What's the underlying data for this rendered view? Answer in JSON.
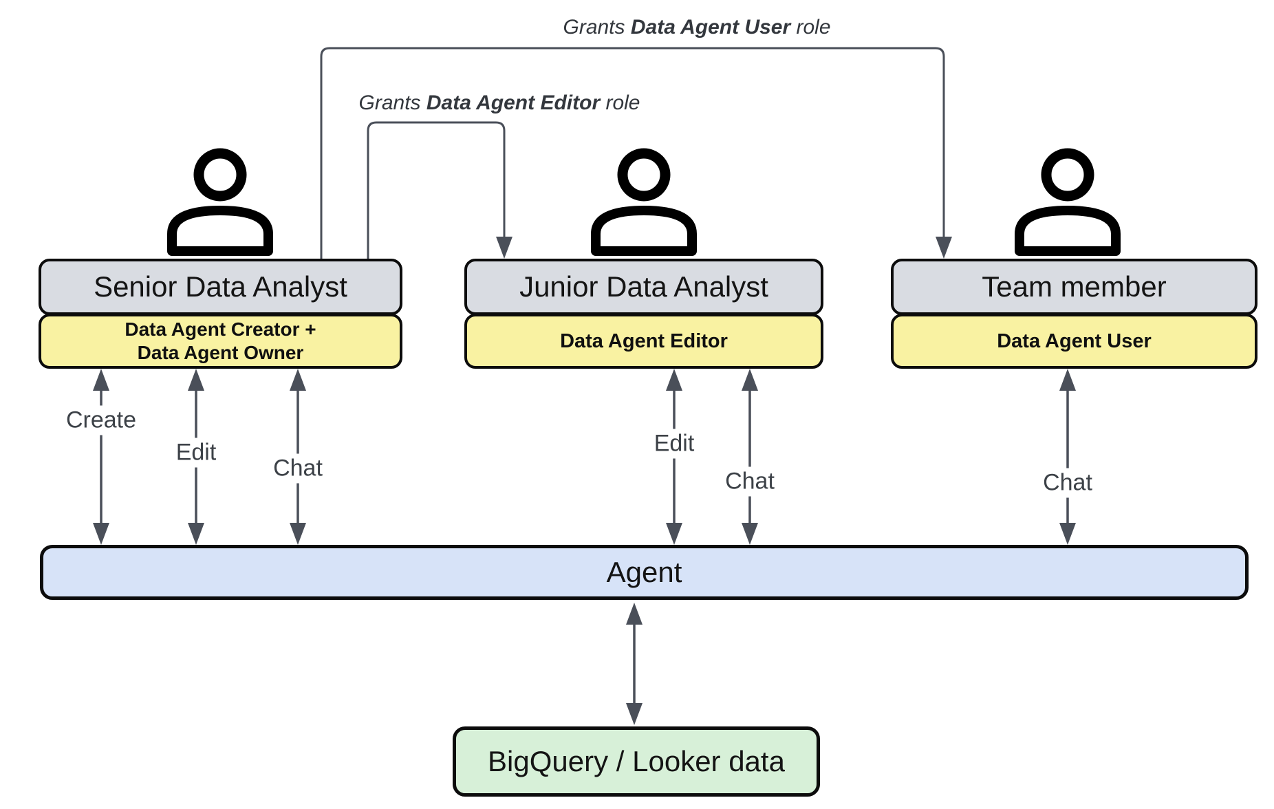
{
  "diagram_title": "Data agent roles and access diagram",
  "colors": {
    "actor_box_gray": "#d9dce2",
    "role_badge_yellow": "#f9f2a2",
    "agent_bar_blue": "#d7e3f8",
    "datastore_green": "#d7f0d8",
    "border_black": "#0c0c0c",
    "arrow_gray": "#4a4f59",
    "label_text": "#33373d"
  },
  "grants": [
    {
      "prefix": "Grants ",
      "role": "Data Agent User",
      "suffix": " role"
    },
    {
      "prefix": "Grants ",
      "role": "Data Agent Editor",
      "suffix": " role"
    }
  ],
  "actors": [
    {
      "icon": "person-icon",
      "title": "Senior Data Analyst",
      "roles": [
        "Data Agent Creator +",
        "Data Agent Owner"
      ],
      "actions": [
        "Create",
        "Edit",
        "Chat"
      ]
    },
    {
      "icon": "person-icon",
      "title": "Junior Data Analyst",
      "roles": [
        "Data Agent Editor"
      ],
      "actions": [
        "Edit",
        "Chat"
      ]
    },
    {
      "icon": "person-icon",
      "title": "Team member",
      "roles": [
        "Data Agent User"
      ],
      "actions": [
        "Chat"
      ]
    }
  ],
  "agent": {
    "label": "Agent"
  },
  "datastore": {
    "label": "BigQuery / Looker data"
  }
}
